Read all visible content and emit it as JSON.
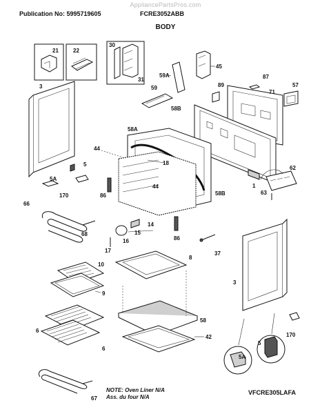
{
  "watermark": "AppliancePartsPros.com",
  "header": {
    "publication": "Publication No: 5995719605",
    "model": "FCRE3052ABB"
  },
  "title": "BODY",
  "note": {
    "line1": "NOTE: Oven Liner N/A",
    "line2": "Ass. du four N/A"
  },
  "diagram_code": "VFCRE305LAFA",
  "callouts": {
    "c21": "21",
    "c22": "22",
    "c30": "30",
    "c31": "31",
    "c45": "45",
    "c59a": "59A",
    "c59": "59",
    "c58b_top": "58B",
    "c87": "87",
    "c89": "89",
    "c71": "71",
    "c57": "57",
    "c3_top": "3",
    "c58a": "58A",
    "c44_left": "44",
    "c18": "18",
    "c44_mid": "44",
    "c5_left": "5",
    "c5a_left": "5A",
    "c170_left": "170",
    "c86_left": "86",
    "c58b_mid": "58B",
    "c1": "1",
    "c62": "62",
    "c63": "63",
    "c66": "66",
    "c68": "68",
    "c14": "14",
    "c15": "15",
    "c17": "17",
    "c16": "16",
    "c86_mid": "86",
    "c37": "37",
    "c8": "8",
    "c10": "10",
    "c9": "9",
    "c3_right": "3",
    "c6_top": "6",
    "c6_bottom": "6",
    "c58": "58",
    "c42": "42",
    "c67": "67",
    "c5a_right": "5A",
    "c5_right": "5",
    "c170_right": "170"
  }
}
